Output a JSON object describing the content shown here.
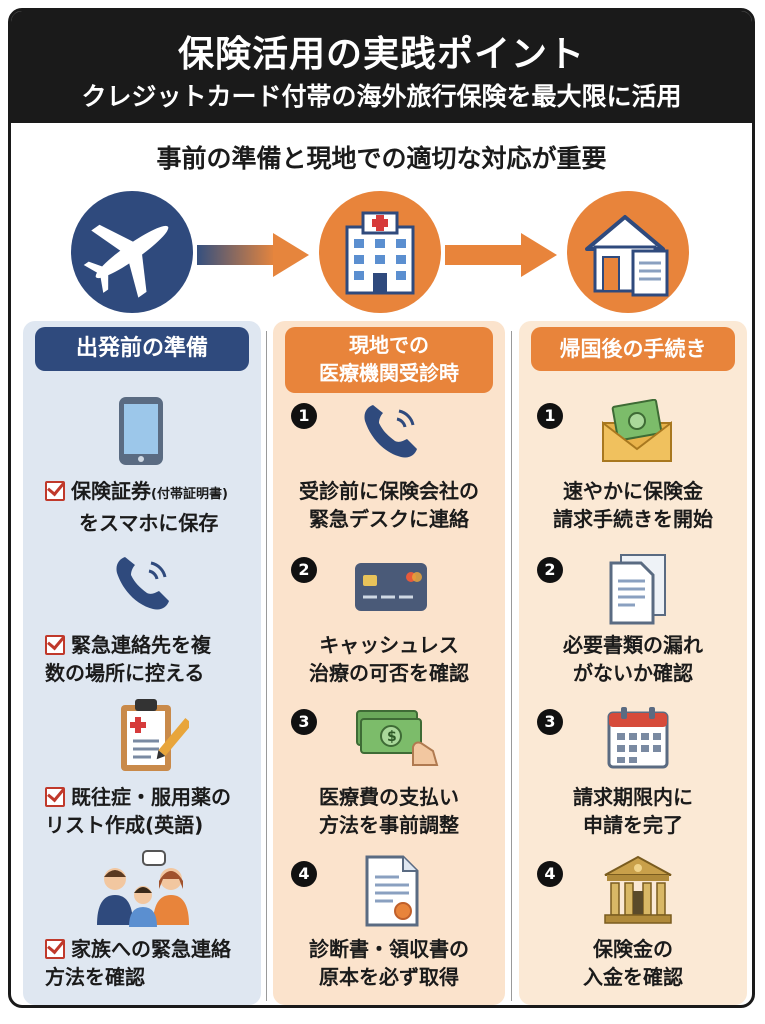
{
  "header": {
    "title": "保険活用の実践ポイント",
    "subtitle": "クレジットカード付帯の海外旅行保険を最大限に活用"
  },
  "lead": "事前の準備と現地での適切な対応が重要",
  "colors": {
    "navy": "#2f4a7d",
    "orange": "#e8843b",
    "left_bg": "#dfe7f1",
    "mid_bg": "#fbe3cc",
    "right_bg": "#fbe9d5",
    "check_red": "#c0392b"
  },
  "columns": {
    "before": {
      "title": "出発前の準備",
      "items": [
        {
          "icon": "smartphone-icon",
          "line1": "保険証券",
          "note": "(付帯証明書)",
          "line2": "をスマホに保存"
        },
        {
          "icon": "phone-icon",
          "line1": "緊急連絡先を複",
          "line2": "数の場所に控える"
        },
        {
          "icon": "clipboard-icon",
          "line1": "既往症・服用薬の",
          "line2": "リスト作成(英語)"
        },
        {
          "icon": "family-icon",
          "line1": "家族への緊急連絡",
          "line2": "方法を確認"
        }
      ]
    },
    "local": {
      "title_line1": "現地での",
      "title_line2": "医療機関受診時",
      "items": [
        {
          "num": "1",
          "icon": "phone-icon",
          "line1": "受診前に保険会社の",
          "line2": "緊急デスクに連絡"
        },
        {
          "num": "2",
          "icon": "credit-card-icon",
          "line1": "キャッシュレス",
          "line2": "治療の可否を確認"
        },
        {
          "num": "3",
          "icon": "cash-hand-icon",
          "line1": "医療費の支払い",
          "line2": "方法を事前調整"
        },
        {
          "num": "4",
          "icon": "certificate-icon",
          "line1": "診断書・領収書の",
          "line2": "原本を必ず取得"
        }
      ]
    },
    "after": {
      "title": "帰国後の手続き",
      "items": [
        {
          "num": "1",
          "icon": "money-envelope-icon",
          "line1": "速やかに保険金",
          "line2": "請求手続きを開始"
        },
        {
          "num": "2",
          "icon": "documents-icon",
          "line1": "必要書類の漏れ",
          "line2": "がないか確認"
        },
        {
          "num": "3",
          "icon": "calendar-icon",
          "line1": "請求期限内に",
          "line2": "申請を完了"
        },
        {
          "num": "4",
          "icon": "bank-icon",
          "line1": "保険金の",
          "line2": "入金を確認"
        }
      ]
    }
  }
}
